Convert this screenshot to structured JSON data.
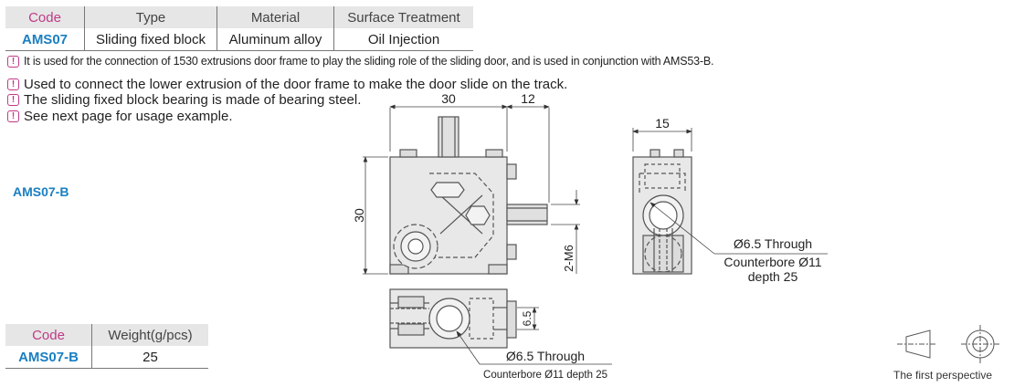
{
  "spec_table": {
    "headers": [
      "Code",
      "Type",
      "Material",
      "Surface Treatment"
    ],
    "row": [
      "AMS07",
      "Sliding fixed block",
      "Aluminum alloy",
      "Oil Injection"
    ]
  },
  "notes": [
    "It is used for the connection of 1530 extrusions door frame to play the sliding role of the sliding door, and is used in conjunction with AMS53-B.",
    "Used to connect the lower extrusion of the door frame to make the door slide on the track.",
    "The sliding fixed block bearing is made of bearing steel.",
    "See next page for usage example."
  ],
  "model_label": "AMS07-B",
  "weight_table": {
    "headers": [
      "Code",
      "Weight(g/pcs)"
    ],
    "row": [
      "AMS07-B",
      "25"
    ]
  },
  "dimensions": {
    "width_30": "30",
    "offset_12": "12",
    "height_30": "30",
    "thread": "2-M6",
    "side_15": "15",
    "side_hole_1": "Ø6.5 Through",
    "side_hole_2": "Counterbore Ø11",
    "side_hole_3": "depth 25",
    "bottom_6_5": "6.5",
    "bottom_hole_1": "Ø6.5 Through",
    "bottom_hole_2": "Counterbore Ø11 depth 25"
  },
  "perspective_label": "The first perspective"
}
